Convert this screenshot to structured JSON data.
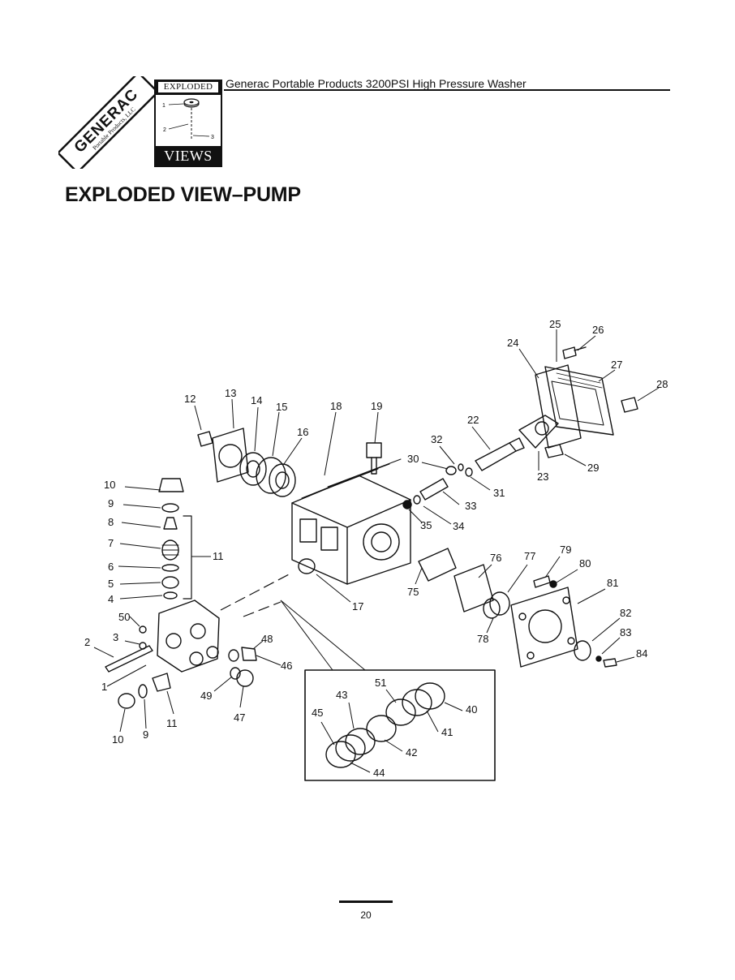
{
  "header": {
    "title": "Generac Portable Products 3200PSI High Pressure Washer"
  },
  "logo": {
    "brand": "GENERAC",
    "tagline": "Portable Products, LLC",
    "badge_top": "EXPLODED",
    "badge_bottom": "VIEWS",
    "badge_numbers": [
      "1",
      "2",
      "3"
    ]
  },
  "page": {
    "heading": "EXPLODED VIEW–PUMP",
    "number": "20"
  },
  "diagram": {
    "callouts": [
      {
        "label": "25"
      },
      {
        "label": "26"
      },
      {
        "label": "24"
      },
      {
        "label": "27"
      },
      {
        "label": "28"
      },
      {
        "label": "12"
      },
      {
        "label": "13"
      },
      {
        "label": "14"
      },
      {
        "label": "15"
      },
      {
        "label": "16"
      },
      {
        "label": "18"
      },
      {
        "label": "19"
      },
      {
        "label": "22"
      },
      {
        "label": "32"
      },
      {
        "label": "30"
      },
      {
        "label": "31"
      },
      {
        "label": "23"
      },
      {
        "label": "29"
      },
      {
        "label": "33"
      },
      {
        "label": "35"
      },
      {
        "label": "34"
      },
      {
        "label": "10"
      },
      {
        "label": "9"
      },
      {
        "label": "8"
      },
      {
        "label": "7"
      },
      {
        "label": "11"
      },
      {
        "label": "6"
      },
      {
        "label": "5"
      },
      {
        "label": "4"
      },
      {
        "label": "17"
      },
      {
        "label": "75"
      },
      {
        "label": "76"
      },
      {
        "label": "77"
      },
      {
        "label": "79"
      },
      {
        "label": "80"
      },
      {
        "label": "81"
      },
      {
        "label": "78"
      },
      {
        "label": "82"
      },
      {
        "label": "83"
      },
      {
        "label": "84"
      },
      {
        "label": "50"
      },
      {
        "label": "3"
      },
      {
        "label": "2"
      },
      {
        "label": "48"
      },
      {
        "label": "46"
      },
      {
        "label": "1"
      },
      {
        "label": "49"
      },
      {
        "label": "47"
      },
      {
        "label": "10"
      },
      {
        "label": "9"
      },
      {
        "label": "11"
      },
      {
        "label": "51"
      },
      {
        "label": "43"
      },
      {
        "label": "40"
      },
      {
        "label": "45"
      },
      {
        "label": "41"
      },
      {
        "label": "42"
      },
      {
        "label": "44"
      }
    ]
  }
}
